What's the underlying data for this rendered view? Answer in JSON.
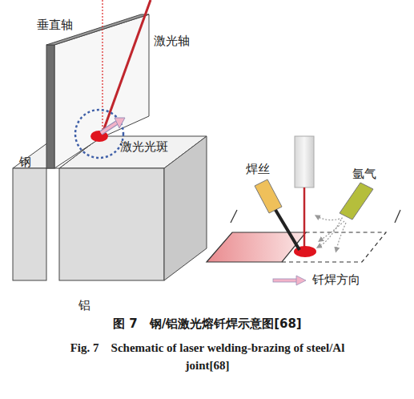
{
  "diagram": {
    "caption": "图 7　钢/铝激光熔钎焊示意图[68]",
    "labels": [
      "垂直轴",
      "激光轴",
      "钢",
      "激光光斑",
      "铝",
      "焊丝",
      "氩气",
      "Fig. 7　Schematic of laser welding-brazing of steel/Al joint[68]"
    ],
    "legend": [
      {
        "text": "钎焊方向"
      }
    ]
  }
}
